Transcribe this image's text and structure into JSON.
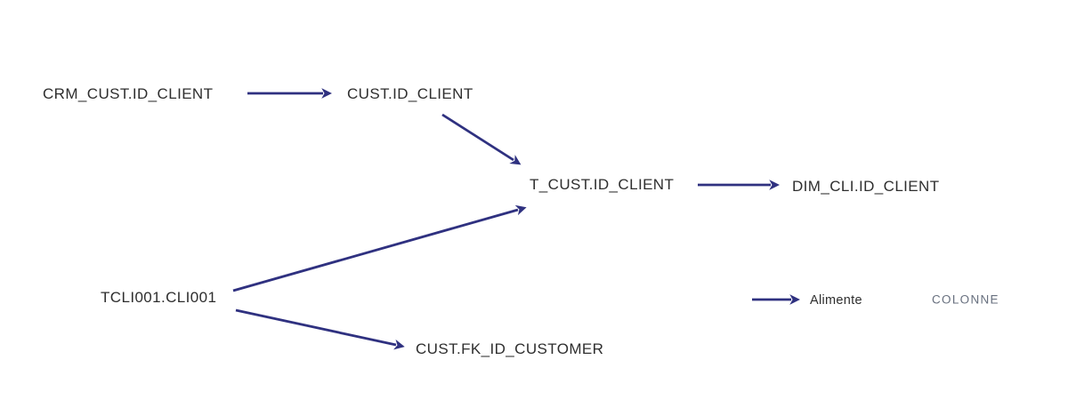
{
  "diagram": {
    "nodes": [
      {
        "id": "crm_cust_id_client",
        "label": "CRM_CUST.ID_CLIENT",
        "type": "COLONNE"
      },
      {
        "id": "cust_id_client",
        "label": "CUST.ID_CLIENT",
        "type": "COLONNE"
      },
      {
        "id": "t_cust_id_client",
        "label": "T_CUST.ID_CLIENT",
        "type": "COLONNE"
      },
      {
        "id": "dim_cli_id_client",
        "label": "DIM_CLI.ID_CLIENT",
        "type": "COLONNE"
      },
      {
        "id": "tcli001_cli001",
        "label": "TCLI001.CLI001",
        "type": "COLONNE"
      },
      {
        "id": "cust_fk_id_customer",
        "label": "CUST.FK_ID_CUSTOMER",
        "type": "COLONNE"
      }
    ],
    "edges": [
      {
        "from": "CRM_CUST.ID_CLIENT",
        "to": "CUST.ID_CLIENT",
        "relation": "Alimente"
      },
      {
        "from": "CUST.ID_CLIENT",
        "to": "T_CUST.ID_CLIENT",
        "relation": "Alimente"
      },
      {
        "from": "T_CUST.ID_CLIENT",
        "to": "DIM_CLI.ID_CLIENT",
        "relation": "Alimente"
      },
      {
        "from": "TCLI001.CLI001",
        "to": "T_CUST.ID_CLIENT",
        "relation": "Alimente"
      },
      {
        "from": "TCLI001.CLI001",
        "to": "CUST.FK_ID_CUSTOMER",
        "relation": "Alimente"
      }
    ],
    "legend": {
      "arrow_label": "Alimente",
      "node_type_label": "COLONNE"
    },
    "colors": {
      "arrow": "#2f3180",
      "label_text": "#2e2e2e",
      "legend_type_text": "#68707f",
      "background": "#ffffff"
    }
  }
}
